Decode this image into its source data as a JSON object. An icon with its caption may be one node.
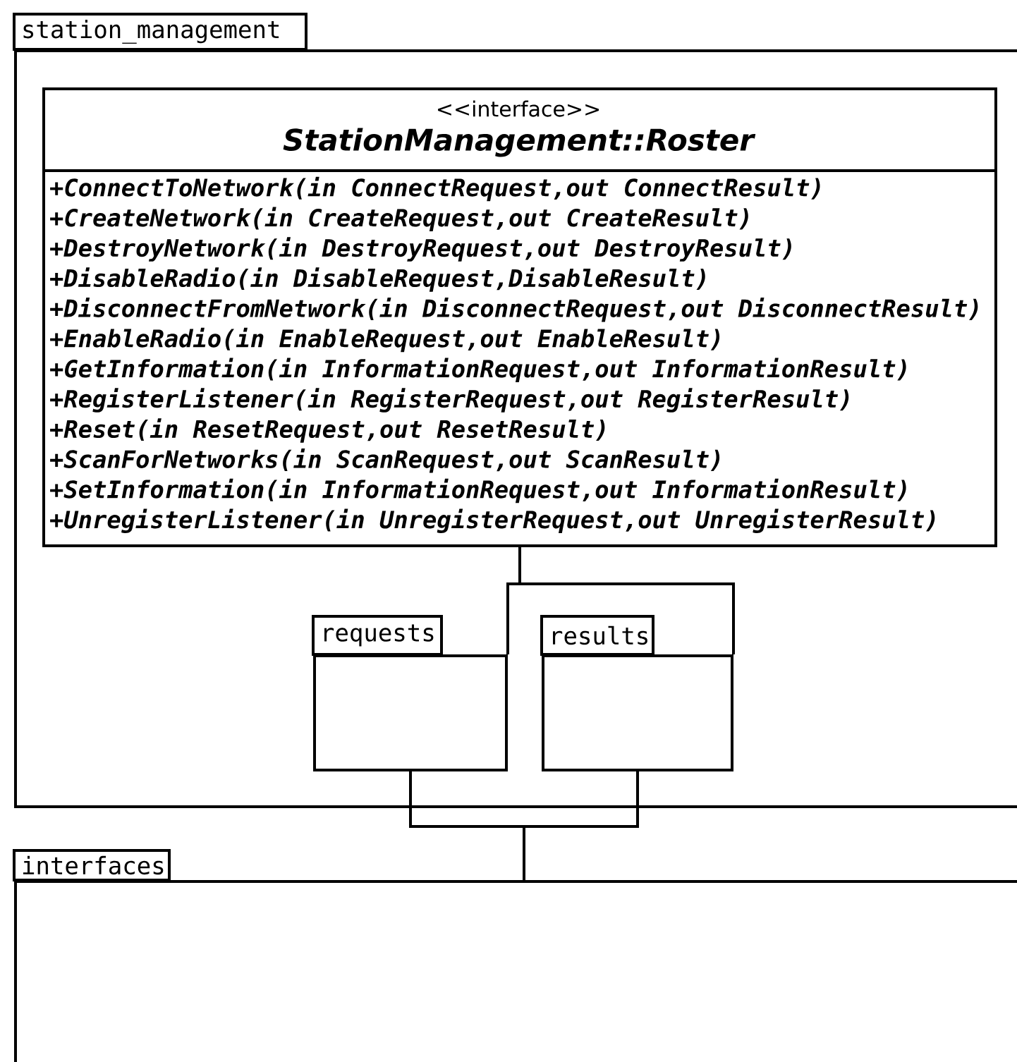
{
  "diagram": {
    "nodes": [
      {
        "text": [
          "station_management"
        ]
      },
      {
        "text": [
          "<<interface>>",
          "StationManagement::Roster",
          "+ConnectToNetwork(in ConnectRequest,out ConnectResult)",
          "+CreateNetwork(in CreateRequest,out CreateResult)",
          "+DestroyNetwork(in DestroyRequest,out DestroyResult)",
          "+DisableRadio(in DisableRequest,DisableResult)",
          "+DisconnectFromNetwork(in DisconnectRequest,out DisconnectResult)",
          "+EnableRadio(in EnableRequest,out EnableResult)",
          "+GetInformation(in InformationRequest,out InformationResult)",
          "+RegisterListener(in RegisterRequest,out RegisterResult)",
          "+Reset(in ResetRequest,out ResetResult)",
          "+ScanForNetworks(in ScanRequest,out ScanResult)",
          "+SetInformation(in InformationRequest,out InformationResult)",
          "+UnregisterListener(in UnregisterRequest,out UnregisterResult)"
        ],
        "in": 0
      },
      {
        "text": [
          "requests"
        ],
        "in": 0
      },
      {
        "text": [
          "results"
        ],
        "in": 0
      },
      {
        "text": [
          "interfaces"
        ]
      }
    ],
    "edges": [
      {
        "from": 1,
        "to": 2,
        "arrow": "none"
      },
      {
        "from": 1,
        "to": 3,
        "arrow": "none"
      },
      {
        "from": 2,
        "to": 4,
        "arrow": "none"
      },
      {
        "from": 3,
        "to": 4,
        "arrow": "none"
      }
    ]
  }
}
